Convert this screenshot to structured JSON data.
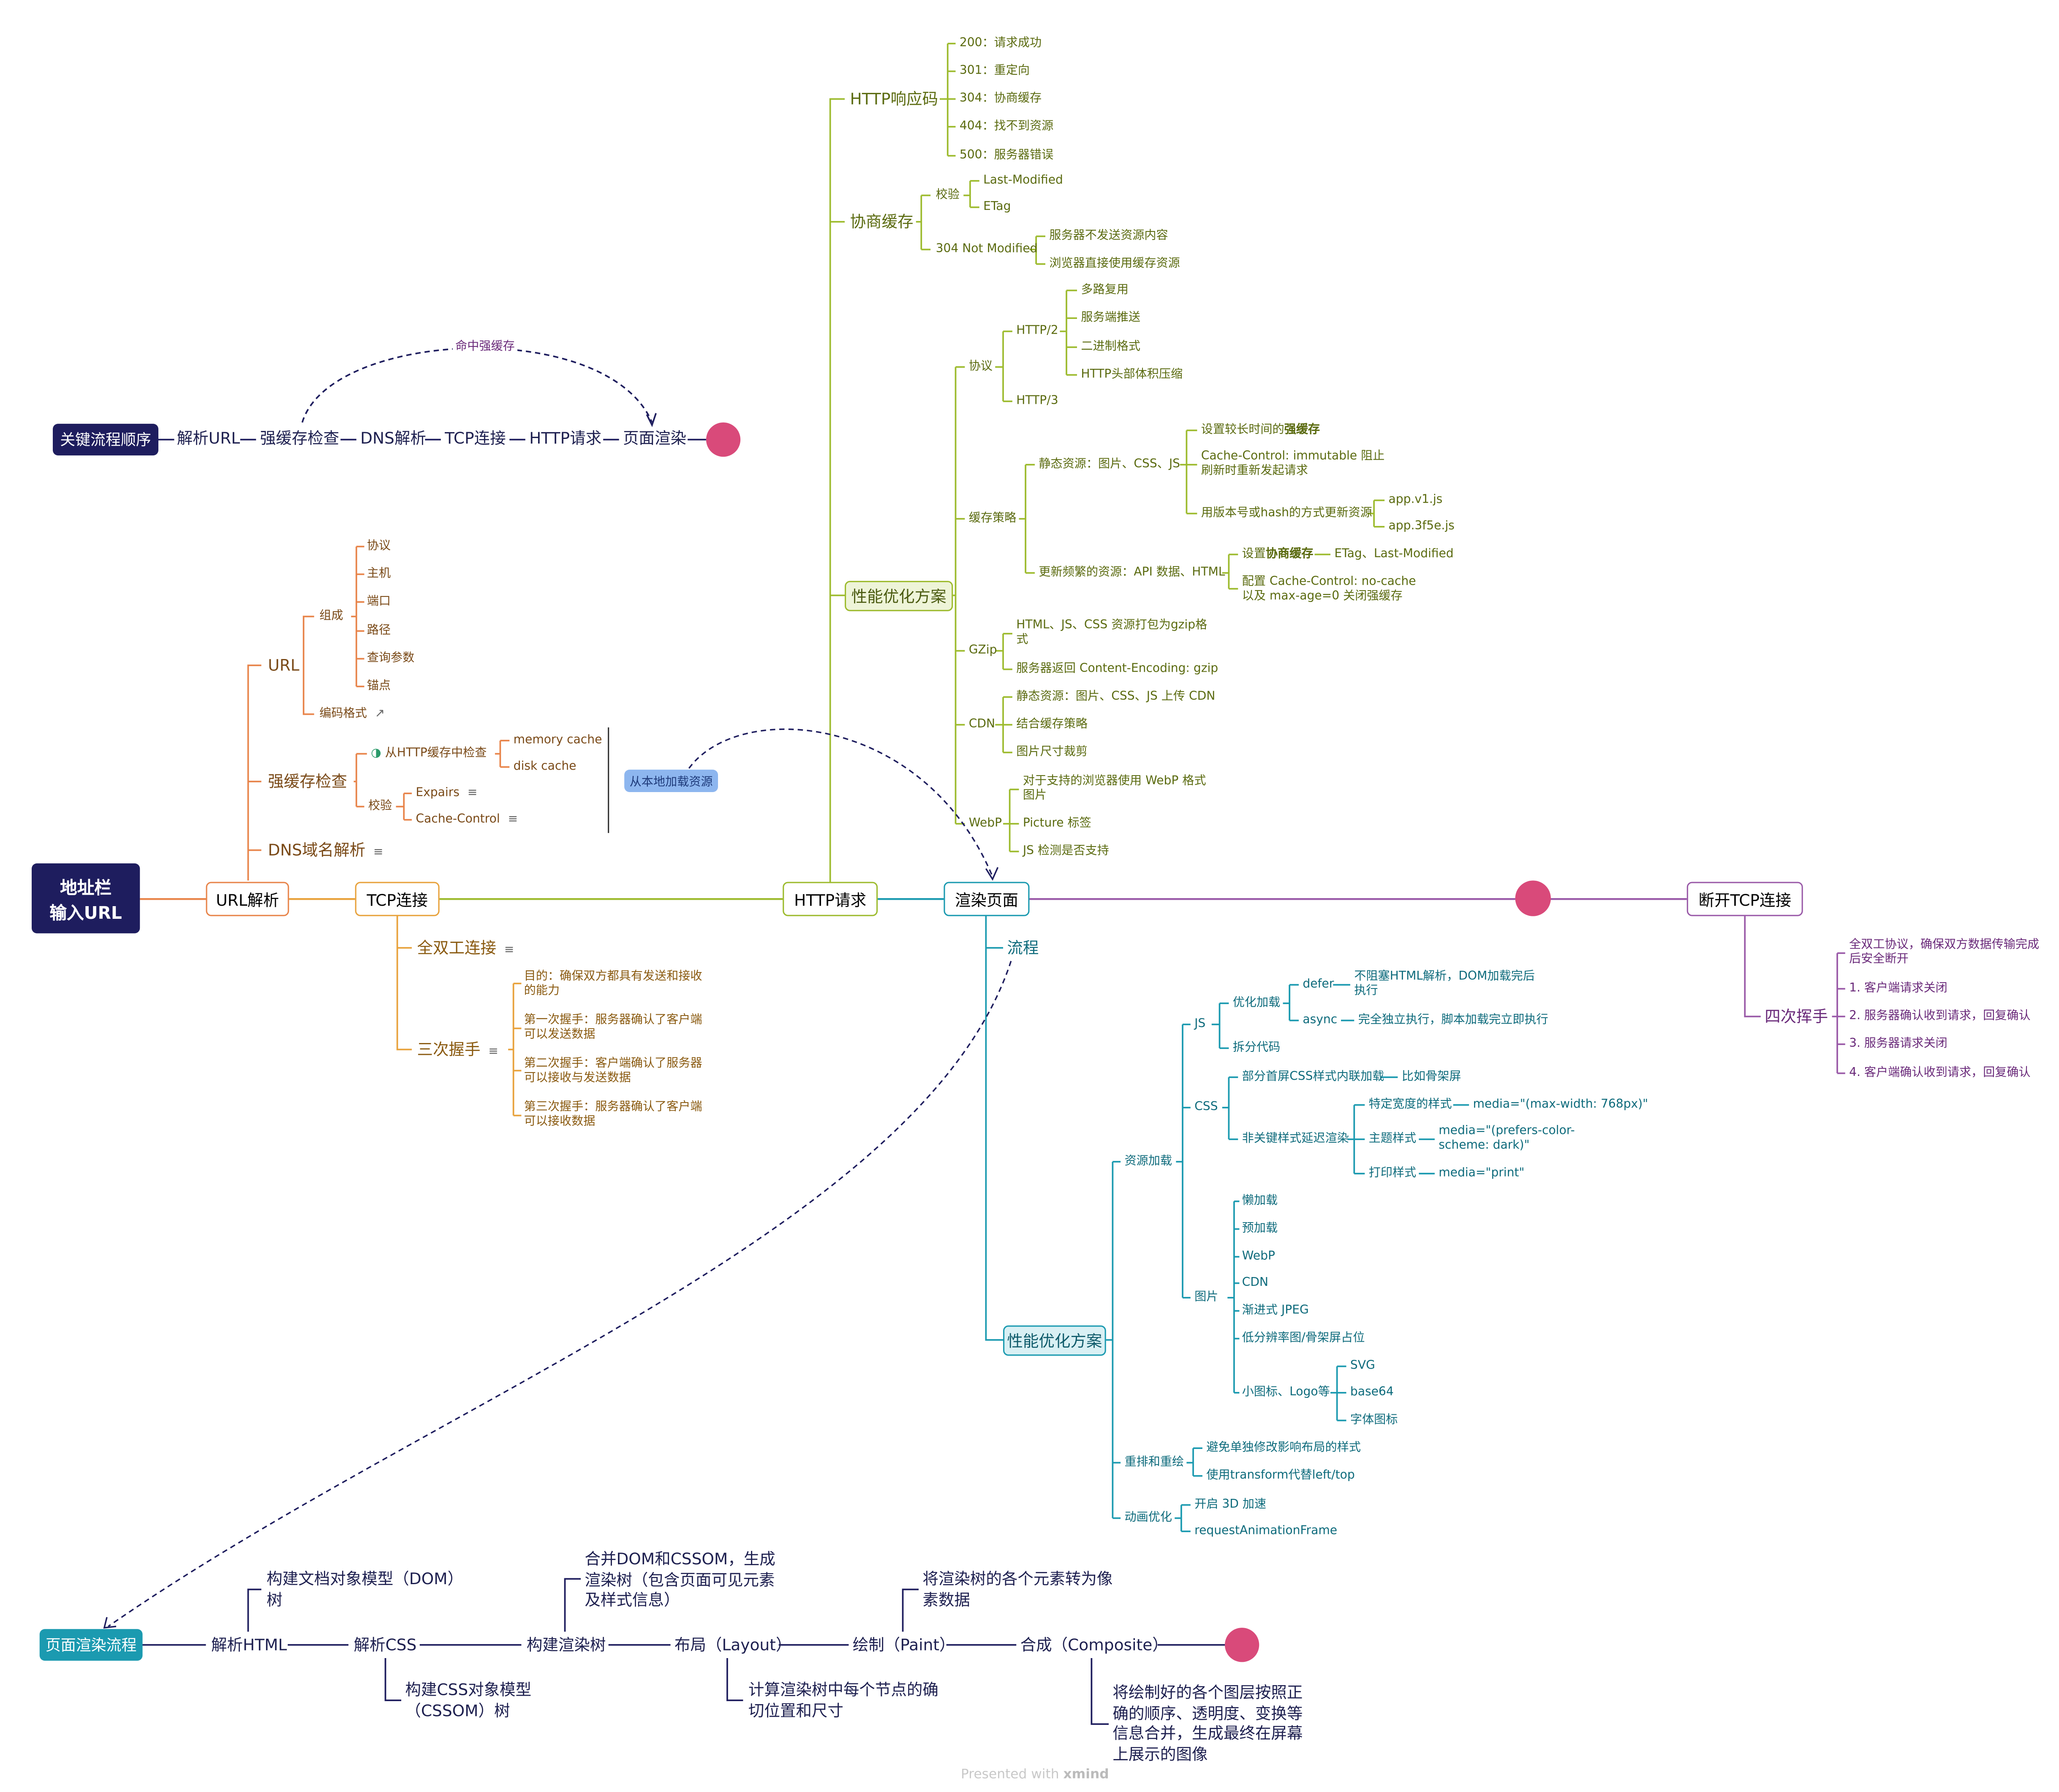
{
  "colors": {
    "navy": "#1e1d5e",
    "orange": "#e8844a",
    "amber": "#e8a23c",
    "olive": "#9dbb2e",
    "teal": "#1b9ab0",
    "purple": "#9a5aa8",
    "dot": "#d94a7a"
  },
  "root": {
    "title_line1": "地址栏",
    "title_line2": "输入URL"
  },
  "main": {
    "url_parse": "URL解析",
    "tcp": "TCP连接",
    "http": "HTTP请求",
    "render": "渲染页面",
    "close_tcp": "断开TCP连接"
  },
  "flow_summary": {
    "badge": "关键流程顺序",
    "steps": [
      "解析URL",
      "强缓存检查",
      "DNS解析",
      "TCP连接",
      "HTTP请求",
      "页面渲染"
    ],
    "skip_label": "命中强缓存"
  },
  "url_branch": {
    "url": "URL",
    "compose": "组成",
    "parts": [
      "协议",
      "主机",
      "端口",
      "路径",
      "查询参数",
      "锚点"
    ],
    "encoding": "编码格式",
    "cache_check": "强缓存检查",
    "from_http_cache": "从HTTP缓存中检查",
    "memory_cache": "memory cache",
    "disk_cache": "disk cache",
    "verify": "校验",
    "expires": "Expairs",
    "cache_control": "Cache-Control",
    "load_local": "从本地加载资源",
    "dns": "DNS域名解析"
  },
  "tcp_branch": {
    "duplex": "全双工连接",
    "handshake": "三次握手",
    "handshake_notes": [
      "目的：确保双方都具有发送和接收的能力",
      "第一次握手：服务器确认了客户端可以发送数据",
      "第二次握手：客户端确认了服务器可以接收与发送数据",
      "第三次握手：服务器确认了客户端可以接收数据"
    ]
  },
  "http_branch": {
    "codes_title": "HTTP响应码",
    "codes": [
      "200：请求成功",
      "301：重定向",
      "304：协商缓存",
      "404：找不到资源",
      "500：服务器错误"
    ],
    "neg_title": "协商缓存",
    "neg_verify": "校验",
    "last_modified": "Last-Modified",
    "etag": "ETag",
    "not_modified": "304 Not Modified",
    "nm_1": "服务器不发送资源内容",
    "nm_2": "浏览器直接使用缓存资源",
    "perf_title": "性能优化方案",
    "protocol": "协议",
    "http2": "HTTP/2",
    "http2_items": [
      "多路复用",
      "服务端推送",
      "二进制格式",
      "HTTP头部体积压缩"
    ],
    "http3": "HTTP/3",
    "cache_strategy": "缓存策略",
    "static_res": "静态资源：图片、CSS、JS",
    "strong_prefix": "设置较长时间的",
    "strong_bold": "强缓存",
    "immutable": "Cache-Control: immutable 阻止刷新时重新发起请求",
    "versioning": "用版本号或hash的方式更新资源",
    "app_v1": "app.v1.js",
    "app_hash": "app.3f5e.js",
    "frequent_res": "更新频繁的资源：API 数据、HTML",
    "neg_prefix": "设置",
    "neg_bold": "协商缓存",
    "neg_fields": "ETag、Last-Modified",
    "no_cache": "配置 Cache-Control: no-cache 以及 max-age=0 关闭强缓存",
    "gzip": "GZip",
    "gzip_1": "HTML、JS、CSS 资源打包为gzip格式",
    "gzip_2": "服务器返回 Content-Encoding: gzip",
    "cdn": "CDN",
    "cdn_1": "静态资源：图片、CSS、JS 上传 CDN",
    "cdn_2": "结合缓存策略",
    "cdn_3": "图片尺寸裁剪",
    "webp": "WebP",
    "webp_1": "对于支持的浏览器使用 WebP 格式图片",
    "webp_2": "Picture 标签",
    "webp_3": "JS 检测是否支持"
  },
  "render_branch": {
    "flow": "流程",
    "perf": "性能优化方案",
    "res_load": "资源加载",
    "js": "JS",
    "opt_load": "优化加载",
    "defer": "defer",
    "defer_desc": "不阻塞HTML解析，DOM加载完后执行",
    "async": "async",
    "async_desc": "完全独立执行，脚本加载完立即执行",
    "split": "拆分代码",
    "css": "CSS",
    "inline_css": "部分首屏CSS样式内联加载",
    "skeleton": "比如骨架屏",
    "defer_css": "非关键样式延迟渲染",
    "media_width_label": "特定宽度的样式",
    "media_width": "media=\"(max-width: 768px)\"",
    "theme_label": "主题样式",
    "theme": "media=\"(prefers-color-scheme: dark)\"",
    "print_label": "打印样式",
    "print": "media=\"print\"",
    "image": "图片",
    "img_items": [
      "懒加载",
      "预加载",
      "WebP",
      "CDN",
      "渐进式 JPEG",
      "低分辨率图/骨架屏占位"
    ],
    "icons": "小图标、Logo等",
    "icon_items": [
      "SVG",
      "base64",
      "字体图标"
    ],
    "reflow": "重排和重绘",
    "reflow_1": "避免单独修改影响布局的样式",
    "reflow_2": "使用transform代替left/top",
    "anim": "动画优化",
    "anim_1": "开启 3D 加速",
    "anim_2": "requestAnimationFrame"
  },
  "close_branch": {
    "wave": "四次挥手",
    "notes": [
      "全双工协议，确保双方数据传输完成后安全断开",
      "1. 客户端请求关闭",
      "2. 服务器确认收到请求，回复确认",
      "3. 服务器请求关闭",
      "4. 客户端确认收到请求，回复确认"
    ]
  },
  "render_flow": {
    "badge": "页面渲染流程",
    "steps": [
      "解析HTML",
      "解析CSS",
      "构建渲染树",
      "布局（Layout）",
      "绘制（Paint）",
      "合成（Composite）"
    ],
    "dom_note": "构建文档对象模型（DOM）树",
    "cssom_note": "构建CSS对象模型（CSSOM）树",
    "tree_note": "合并DOM和CSSOM，生成渲染树（包含页面可见元素及样式信息）",
    "layout_note": "计算渲染树中每个节点的确切位置和尺寸",
    "paint_note": "将渲染树的各个元素转为像素数据",
    "composite_note": "将绘制好的各个图层按照正确的顺序、透明度、变换等信息合并，生成最终在屏幕上展示的图像"
  },
  "footer": {
    "presented": "Presented with",
    "brand": "xmind"
  }
}
